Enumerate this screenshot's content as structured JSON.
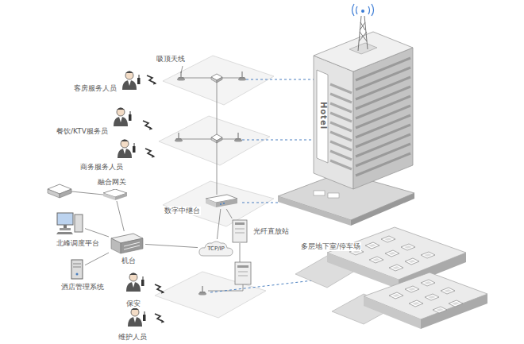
{
  "diagram": {
    "nodes": [
      {
        "text": [
          "融合网关"
        ]
      },
      {
        "text": [
          "北峰调度平台"
        ]
      },
      {
        "text": [
          "机台"
        ]
      },
      {
        "text": [
          "酒店管理系统"
        ]
      },
      {
        "text": [
          "TCP/IP"
        ]
      },
      {
        "text": [
          "数字中继台"
        ]
      },
      {
        "text": [
          "光纤直放站"
        ]
      }
    ],
    "edges": [
      {
        "from": 0,
        "to": 2,
        "arrow": "none"
      },
      {
        "from": 1,
        "to": 2,
        "arrow": "none"
      },
      {
        "from": 3,
        "to": 2,
        "arrow": "none"
      },
      {
        "from": 2,
        "to": 4,
        "arrow": "none"
      },
      {
        "from": 4,
        "to": 5,
        "arrow": "none"
      },
      {
        "from": 5,
        "to": 6,
        "arrow": "none"
      }
    ],
    "labels": [
      "吸顶天线",
      "客房服务人员",
      "餐饮/KTV服务员",
      "商务服务人员",
      "多层地下室/停车场",
      "保安",
      "维护人员",
      "Hotel"
    ]
  }
}
